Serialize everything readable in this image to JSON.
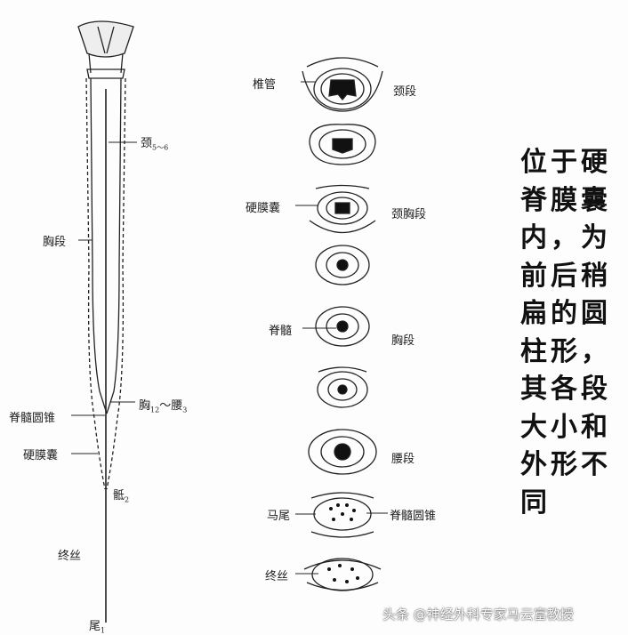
{
  "left_labels": {
    "cervical": "颈",
    "cervical_sub": "5～6",
    "thoracic_segment": "胸段",
    "t12": "胸",
    "t12_sub": "12",
    "tilde": "～",
    "l3": "腰",
    "l3_sub": "3",
    "conus": "脊髓圆锥",
    "dural_sac": "硬膜囊",
    "s2": "骶",
    "s2_sub": "2",
    "filum": "终丝",
    "co1": "尾",
    "co1_sub": "1"
  },
  "section_labels": {
    "vertebral_canal": "椎管",
    "cervical": "颈段",
    "dural_sac": "硬膜囊",
    "cervicothoracic": "颈胸段",
    "spinal_cord": "脊髓",
    "thoracic": "胸段",
    "lumbar": "腰段",
    "cauda_equina": "马尾",
    "conus": "脊髓圆锥",
    "filum": "终丝"
  },
  "caption_rows": [
    "位于硬",
    "脊膜囊",
    "内，为",
    "前后稍",
    "扁的圆",
    "柱形，",
    "其各段",
    "大小和",
    "外形不",
    "同"
  ],
  "watermark": "头条 @神经外科专家马云富教授"
}
